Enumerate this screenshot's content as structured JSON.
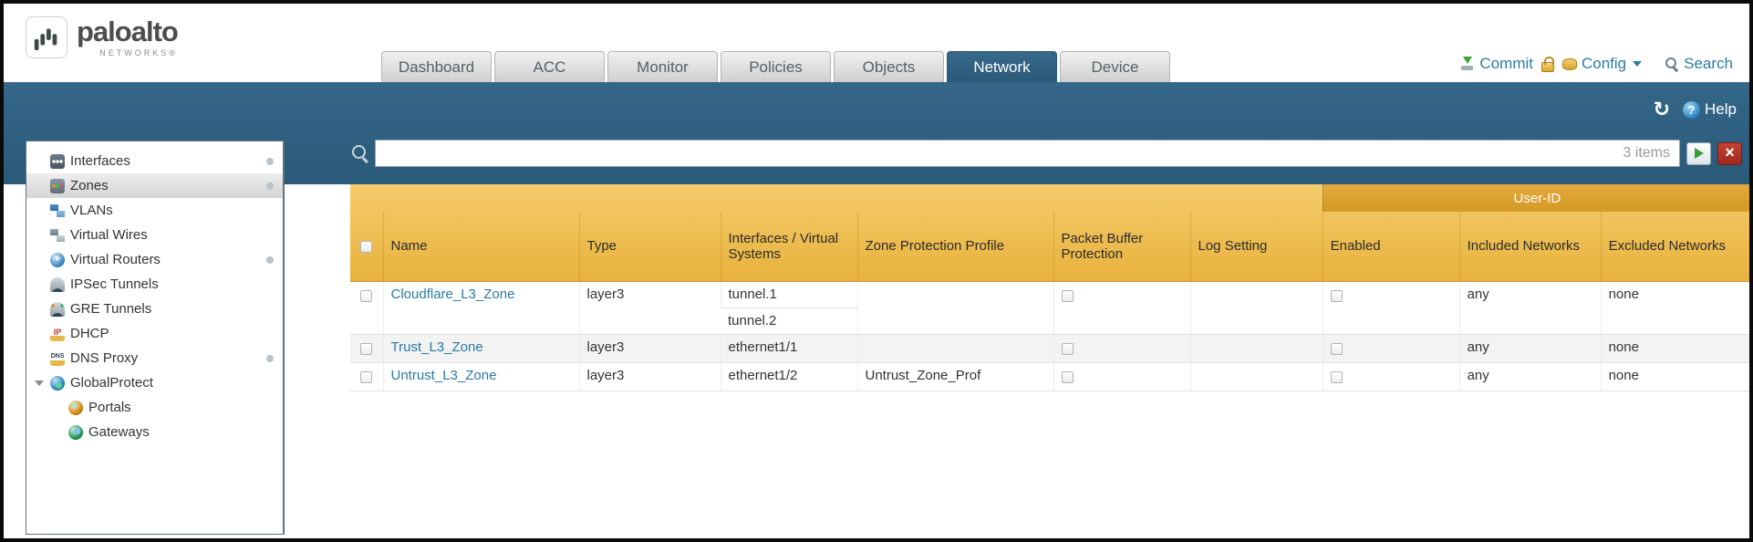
{
  "brand": {
    "name": "paloalto",
    "subtitle": "NETWORKS®"
  },
  "nav_tabs": [
    {
      "label": "Dashboard",
      "active": false
    },
    {
      "label": "ACC",
      "active": false
    },
    {
      "label": "Monitor",
      "active": false
    },
    {
      "label": "Policies",
      "active": false
    },
    {
      "label": "Objects",
      "active": false
    },
    {
      "label": "Network",
      "active": true
    },
    {
      "label": "Device",
      "active": false
    }
  ],
  "header_actions": {
    "commit_label": "Commit",
    "config_label": "Config",
    "search_label": "Search"
  },
  "band": {
    "help_label": "Help"
  },
  "filter_bar": {
    "value": "",
    "items_count": "3 items"
  },
  "sidebar": {
    "items": [
      {
        "label": "Interfaces",
        "icon": "interfaces-icon",
        "status_dot": true
      },
      {
        "label": "Zones",
        "icon": "zones-icon",
        "status_dot": true,
        "selected": true
      },
      {
        "label": "VLANs",
        "icon": "vlans-icon",
        "status_dot": false
      },
      {
        "label": "Virtual Wires",
        "icon": "virtual-wires-icon",
        "status_dot": false
      },
      {
        "label": "Virtual Routers",
        "icon": "virtual-routers-icon",
        "status_dot": true
      },
      {
        "label": "IPSec Tunnels",
        "icon": "ipsec-tunnels-icon",
        "status_dot": false
      },
      {
        "label": "GRE Tunnels",
        "icon": "gre-tunnels-icon",
        "status_dot": false
      },
      {
        "label": "DHCP",
        "icon": "dhcp-icon",
        "status_dot": false
      },
      {
        "label": "DNS Proxy",
        "icon": "dns-proxy-icon",
        "status_dot": true
      },
      {
        "label": "GlobalProtect",
        "icon": "globalprotect-icon",
        "expanded": true,
        "status_dot": false
      },
      {
        "label": "Portals",
        "icon": "portals-icon",
        "child": true,
        "status_dot": false
      },
      {
        "label": "Gateways",
        "icon": "gateways-icon",
        "child": true,
        "status_dot": false
      }
    ]
  },
  "table": {
    "group_header": "User-ID",
    "columns": [
      "Name",
      "Type",
      "Interfaces / Virtual Systems",
      "Zone Protection Profile",
      "Packet Buffer Protection",
      "Log Setting",
      "Enabled",
      "Included Networks",
      "Excluded Networks"
    ],
    "rows": [
      {
        "name": "Cloudflare_L3_Zone",
        "type": "layer3",
        "interfaces": [
          "tunnel.1",
          "tunnel.2"
        ],
        "zone_protection_profile": "",
        "log_setting": "",
        "included_networks": "any",
        "excluded_networks": "none"
      },
      {
        "name": "Trust_L3_Zone",
        "type": "layer3",
        "interfaces": [
          "ethernet1/1"
        ],
        "zone_protection_profile": "",
        "log_setting": "",
        "included_networks": "any",
        "excluded_networks": "none"
      },
      {
        "name": "Untrust_L3_Zone",
        "type": "layer3",
        "interfaces": [
          "ethernet1/2"
        ],
        "zone_protection_profile": "Untrust_Zone_Prof",
        "log_setting": "",
        "included_networks": "any",
        "excluded_networks": "none"
      }
    ]
  },
  "colors": {
    "band_teal": "#2d5f7e",
    "header_amber": "#eab64a",
    "userid_amber": "#d49a24",
    "link_teal": "#2a7aa0"
  }
}
